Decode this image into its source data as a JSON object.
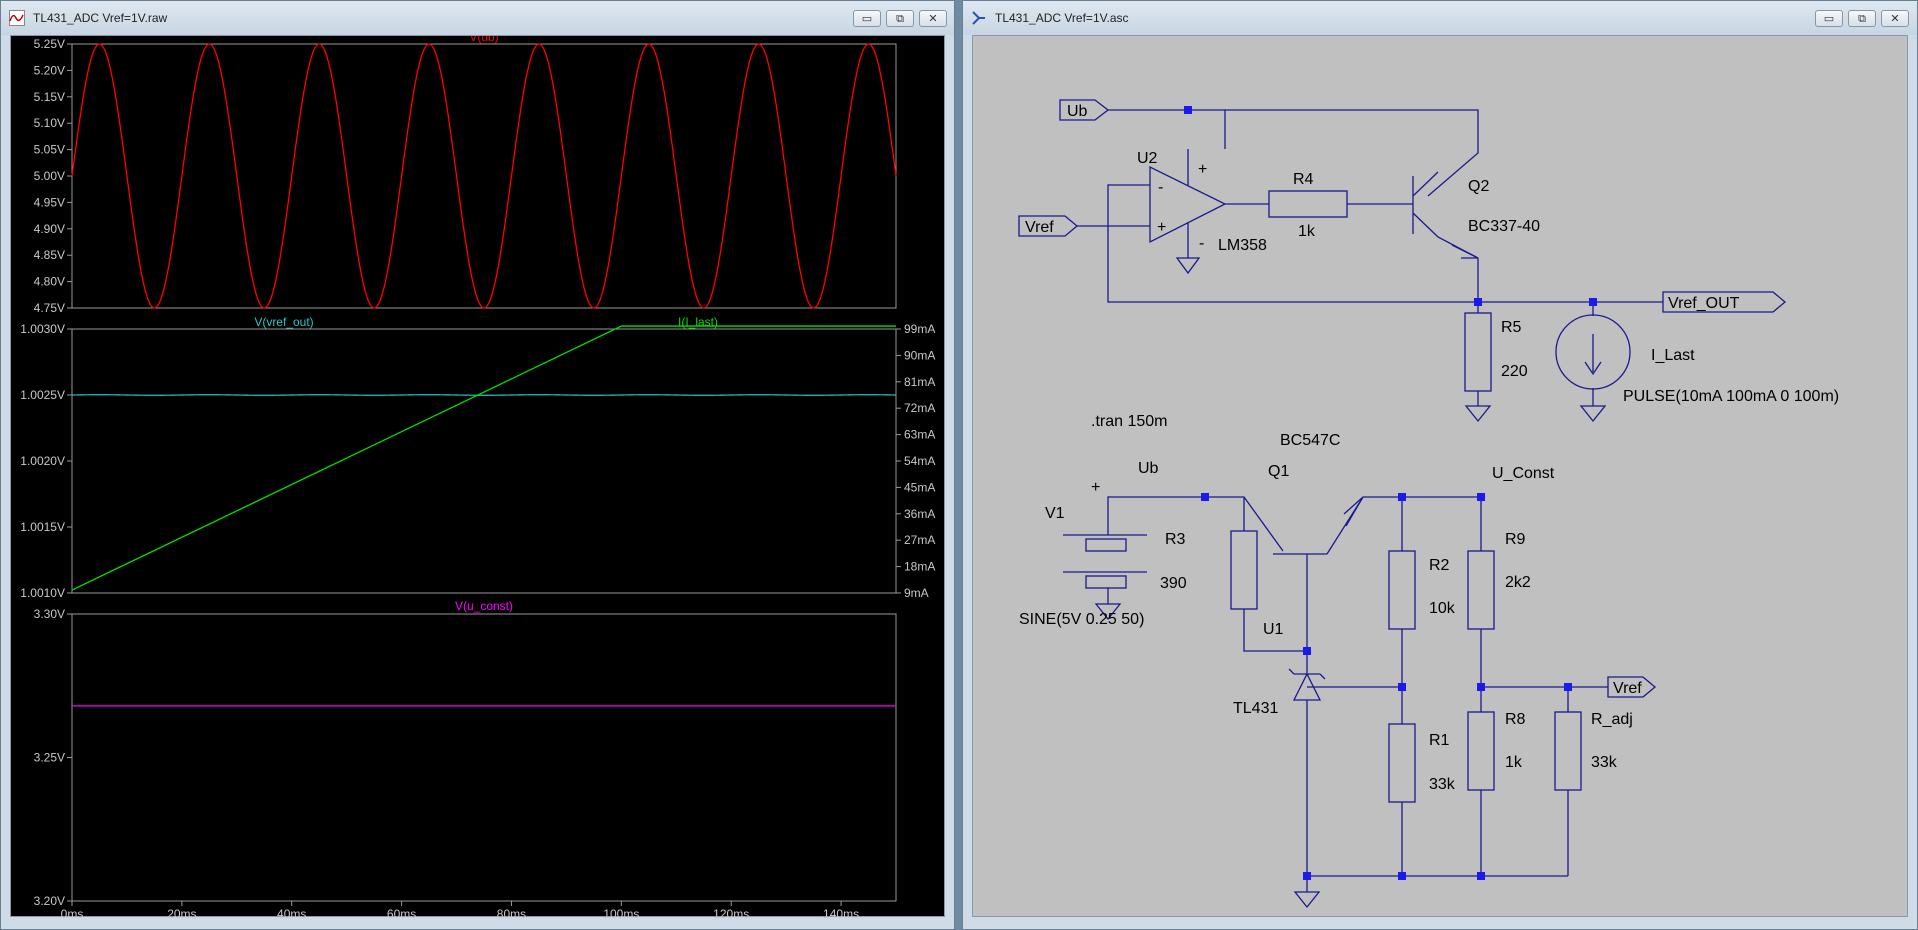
{
  "wave_window": {
    "title": "TL431_ADC Vref=1V.raw",
    "buttons": {
      "minimize": "▭",
      "restore": "⧉",
      "close": "✕"
    }
  },
  "schematic_window": {
    "title": "TL431_ADC Vref=1V.asc",
    "buttons": {
      "minimize": "▭",
      "restore": "⧉",
      "close": "✕"
    }
  },
  "chart_data": [
    {
      "type": "line",
      "title": "V(ub)",
      "color": "#ff0000",
      "ylim": [
        4.75,
        5.25
      ],
      "y_ticks": [
        "5.25V",
        "5.20V",
        "5.15V",
        "5.10V",
        "5.05V",
        "5.00V",
        "4.95V",
        "4.90V",
        "4.85V",
        "4.80V",
        "4.75V"
      ],
      "xlim_ms": [
        0,
        150
      ],
      "series": [
        {
          "name": "V(ub)",
          "offset": 5.0,
          "amplitude": 0.25,
          "frequency_hz": 50
        }
      ]
    },
    {
      "type": "line",
      "xlim_ms": [
        0,
        150
      ],
      "left_axis": {
        "ylim": [
          1.001,
          1.003
        ],
        "ticks": [
          "1.0030V",
          "1.0025V",
          "1.0020V",
          "1.0015V",
          "1.0010V"
        ]
      },
      "right_axis": {
        "ylim_mA": [
          9,
          99
        ],
        "ticks": [
          "99mA",
          "90mA",
          "81mA",
          "72mA",
          "63mA",
          "54mA",
          "45mA",
          "36mA",
          "27mA",
          "18mA",
          "9mA"
        ]
      },
      "series": [
        {
          "name": "V(vref_out)",
          "color": "#22c8c8",
          "axis": "left",
          "approx_value": 1.0025,
          "ripple": 2e-06
        },
        {
          "name": "I(I_last)",
          "color": "#00e000",
          "axis": "right",
          "points_ms_mA": [
            [
              0,
              10
            ],
            [
              100,
              100
            ],
            [
              150,
              100
            ]
          ]
        }
      ]
    },
    {
      "type": "line",
      "title": "V(u_const)",
      "color": "#ff00ff",
      "ylim": [
        3.2,
        3.3
      ],
      "y_ticks": [
        "3.30V",
        "3.25V",
        "3.20V"
      ],
      "xlim_ms": [
        0,
        150
      ],
      "x_ticks": [
        "0ms",
        "20ms",
        "40ms",
        "60ms",
        "80ms",
        "100ms",
        "120ms",
        "140ms"
      ],
      "series": [
        {
          "name": "V(u_const)",
          "value": 3.268
        }
      ]
    }
  ],
  "schematic": {
    "net_labels": {
      "ub_in": "Ub",
      "vref_in": "Vref",
      "vref_out": "Vref_OUT",
      "ub_src": "Ub",
      "u_const": "U_Const",
      "vref_out2": "Vref"
    },
    "opamp": {
      "ref": "U2",
      "model": "LM358",
      "minus": "-",
      "plus": "+",
      "vplus": "+",
      "vminus": "-"
    },
    "r4": {
      "ref": "R4",
      "value": "1k"
    },
    "q2": {
      "ref": "Q2",
      "model": "BC337-40"
    },
    "r5": {
      "ref": "R5",
      "value": "220"
    },
    "i_last": {
      "ref": "I_Last",
      "value": "PULSE(10mA 100mA 0 100m)"
    },
    "directive": ".tran 150m",
    "q1": {
      "ref": "Q1",
      "model": "BC547C"
    },
    "v1": {
      "ref": "V1",
      "value": "SINE(5V 0.25 50)",
      "plus": "+"
    },
    "r3": {
      "ref": "R3",
      "value": "390"
    },
    "u1": {
      "ref": "U1",
      "model": "TL431"
    },
    "r2": {
      "ref": "R2",
      "value": "10k"
    },
    "r1": {
      "ref": "R1",
      "value": "33k"
    },
    "r9": {
      "ref": "R9",
      "value": "2k2"
    },
    "r8": {
      "ref": "R8",
      "value": "1k"
    },
    "r_adj": {
      "ref": "R_adj",
      "value": "33k"
    }
  }
}
